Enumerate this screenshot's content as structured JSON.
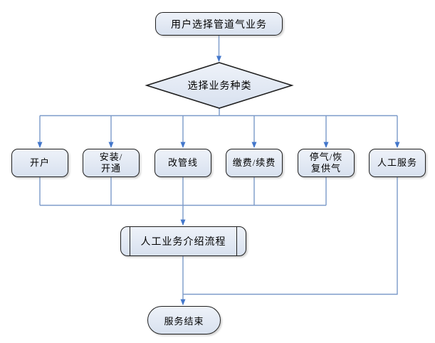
{
  "flow": {
    "start": {
      "label": "用户选择管道气业务",
      "type": "terminator"
    },
    "decision": {
      "label": "选择业务种类",
      "type": "decision"
    },
    "options": [
      {
        "label": "开户"
      },
      {
        "label": "安装/\n开通"
      },
      {
        "label": "改管线"
      },
      {
        "label": "缴费/续费"
      },
      {
        "label": "停气/恢\n复供气"
      },
      {
        "label": "人工服务"
      }
    ],
    "process": {
      "label": "人工业务介绍流程",
      "type": "predefined-process"
    },
    "end": {
      "label": "服务结束",
      "type": "terminator"
    },
    "colors": {
      "shape_fill_top": "#eef2f9",
      "shape_fill_bottom": "#d8e1ef",
      "shape_border": "#1f1f1f",
      "connector_line": "#7b9ac9",
      "arrowhead": "#4377cb",
      "background": "#ffffff"
    }
  }
}
